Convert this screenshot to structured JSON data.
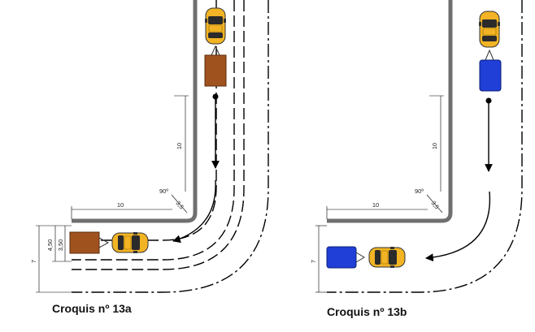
{
  "diagrams": [
    {
      "caption": "Croquis nº 13a",
      "dims": {
        "vertical": "10",
        "horizontal": "10",
        "angle": "90º",
        "diag": "3,5",
        "d1": "4,50",
        "d2": "3,50",
        "d3": "7"
      },
      "trailer_color": "#a0521e",
      "car_color": "#f2b424"
    },
    {
      "caption": "Croquis nº 13b",
      "dims": {
        "vertical": "10",
        "horizontal": "10",
        "angle": "90º",
        "diag": "3,5",
        "d3": "7"
      },
      "trailer_color": "#1f3fd6",
      "car_color": "#f2b424"
    }
  ]
}
